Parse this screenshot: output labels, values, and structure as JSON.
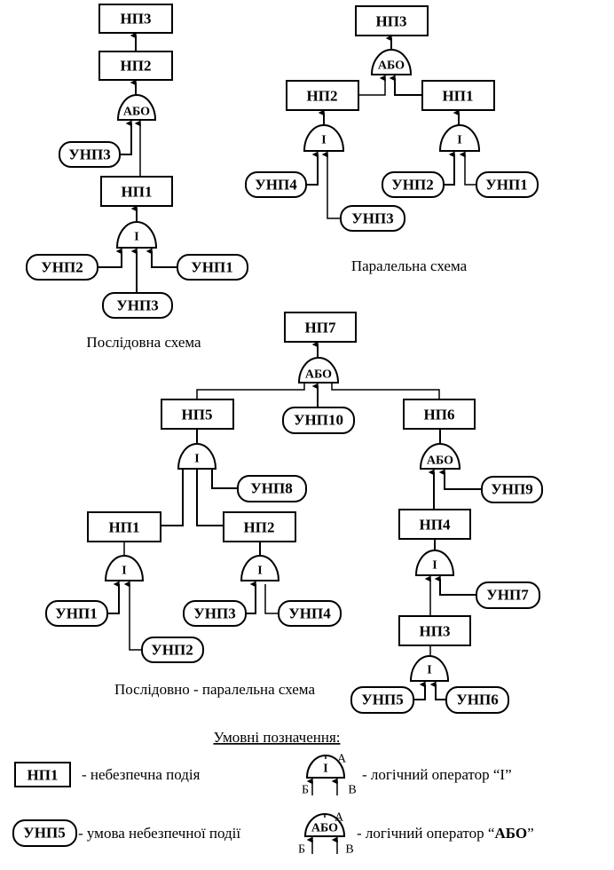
{
  "diagrams": {
    "sequential": {
      "caption": "Послідовна схема",
      "events": {
        "np3": "НП3",
        "np2": "НП2",
        "np1": "НП1"
      },
      "gates": {
        "or": "АБО",
        "and": "І"
      },
      "conditions": {
        "unp3_top": "УНП3",
        "unp2": "УНП2",
        "unp1": "УНП1",
        "unp3_bottom": "УНП3"
      }
    },
    "parallel": {
      "caption": "Паралельна схема",
      "events": {
        "np3": "НП3",
        "np2": "НП2",
        "np1": "НП1"
      },
      "gates": {
        "or": "АБО",
        "and_left": "І",
        "and_right": "І"
      },
      "conditions": {
        "unp4": "УНП4",
        "unp3": "УНП3",
        "unp2": "УНП2",
        "unp1": "УНП1"
      }
    },
    "mixed": {
      "caption": "Послідовно - паралельна схема",
      "events": {
        "np7": "НП7",
        "np5": "НП5",
        "np6": "НП6",
        "np1": "НП1",
        "np2": "НП2",
        "np4": "НП4",
        "np3": "НП3"
      },
      "gates": {
        "or_top": "АБО",
        "and_np5": "І",
        "and_np1": "І",
        "and_np2": "І",
        "or_np6": "АБО",
        "and_np4": "І",
        "and_np3": "І"
      },
      "conditions": {
        "unp10": "УНП10",
        "unp8": "УНП8",
        "unp1": "УНП1",
        "unp2": "УНП2",
        "unp3": "УНП3",
        "unp4": "УНП4",
        "unp9": "УНП9",
        "unp7": "УНП7",
        "unp5": "УНП5",
        "unp6": "УНП6"
      }
    }
  },
  "legend": {
    "title": "Умовні позначення:",
    "event_sample": "НП1",
    "event_desc": "- небезпечна подія",
    "condition_sample": "УНП5",
    "condition_desc": "- умова небезпечної події",
    "and_sample": "І",
    "and_desc": "- логічний оператор “І”",
    "or_sample": "АБО",
    "or_desc_prefix": "- логічний оператор “",
    "or_desc_bold": "АБО",
    "or_desc_suffix": "”",
    "pin_a": "А",
    "pin_b": "Б",
    "pin_c": "В"
  }
}
